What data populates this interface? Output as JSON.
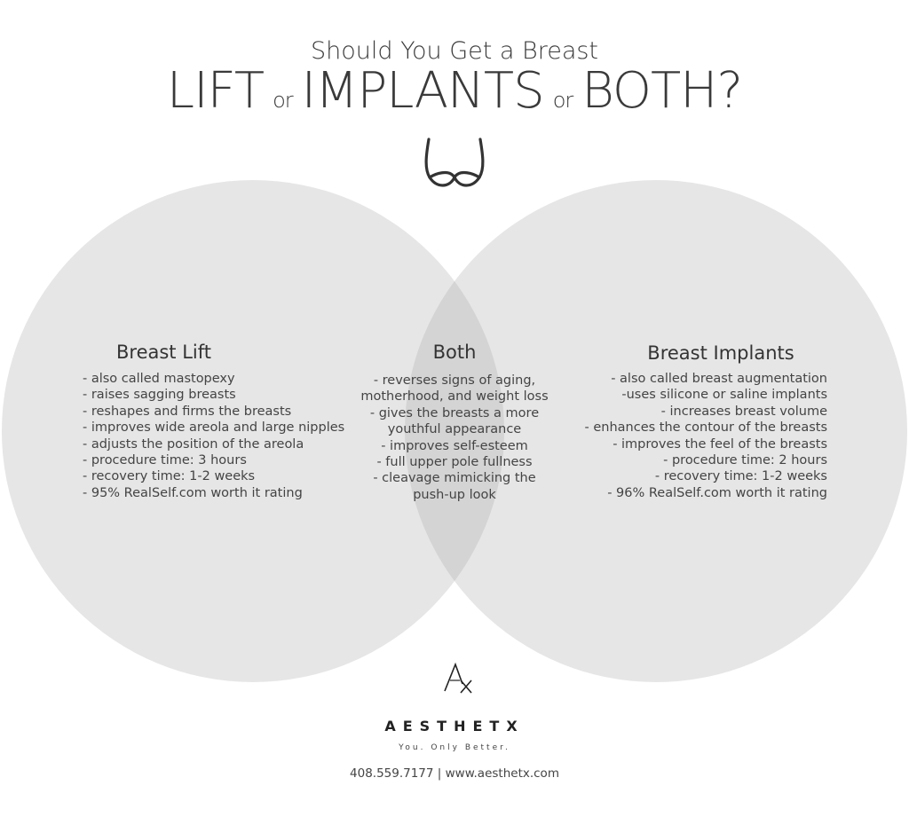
{
  "header": {
    "title_top": "Should You Get a Breast",
    "word_lift": "LIFT",
    "word_or_1": "or",
    "word_implants": "IMPLANTS",
    "word_or_2": "or",
    "word_both": "BOTH?"
  },
  "icon": "bra-icon",
  "left": {
    "heading": "Breast Lift",
    "items": [
      "- also called mastopexy",
      "- raises sagging breasts",
      "- reshapes and firms the breasts",
      "- improves wide areola and large nipples",
      "- adjusts the position of the areola",
      "- procedure time: 3 hours",
      "- recovery time: 1-2 weeks",
      "- 95% RealSelf.com worth it rating"
    ]
  },
  "middle": {
    "heading": "Both",
    "items": [
      "- reverses signs of aging,",
      "motherhood, and weight loss",
      "- gives the breasts a more",
      "youthful appearance",
      "- improves self-esteem",
      "- full upper pole fullness",
      "- cleavage mimicking the",
      "push-up look"
    ]
  },
  "right": {
    "heading": "Breast Implants",
    "items": [
      "- also called breast augmentation",
      "-uses silicone or saline implants",
      "- increases breast volume",
      "- enhances the contour of the breasts",
      "- improves the feel of the breasts",
      "- procedure time: 2 hours",
      "- recovery time: 1-2 weeks",
      "- 96% RealSelf.com worth it rating"
    ]
  },
  "colors": {
    "circle_fill": "#e6e6e6",
    "overlap_fill": "#d4d4d4",
    "text": "#333333"
  },
  "footer": {
    "logo_icon": "ax-monogram-logo",
    "brand": "AESTHETX",
    "tagline": "You. Only Better.",
    "contact": "408.559.7177 | www.aesthetx.com"
  }
}
